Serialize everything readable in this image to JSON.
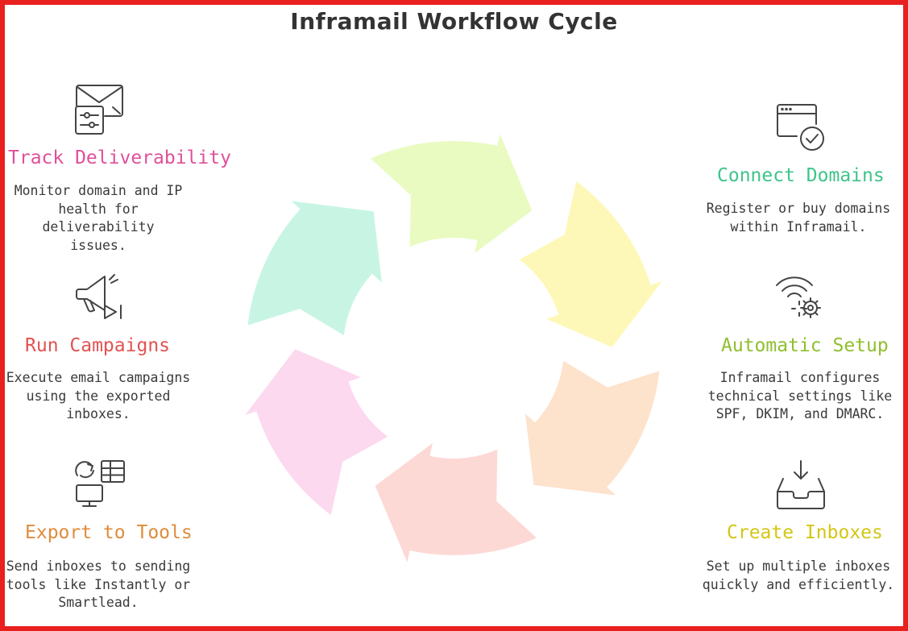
{
  "title": "Inframail Workflow Cycle",
  "steps": {
    "connect_domains": {
      "title": "Connect Domains",
      "desc": "Register or buy domains\nwithin Inframail.",
      "color": "#3ec48a",
      "arrow_color": "#c8f5e3",
      "icon": "browser-check-icon"
    },
    "automatic_setup": {
      "title": "Automatic Setup",
      "desc": "Inframail configures\ntechnical settings like\nSPF, DKIM, and DMARC.",
      "color": "#8fbf2e",
      "arrow_color": "#e9fbc1",
      "icon": "wifi-gear-icon"
    },
    "create_inboxes": {
      "title": "Create Inboxes",
      "desc": "Set up multiple inboxes\nquickly and efficiently.",
      "color": "#d4c614",
      "arrow_color": "#fdf8b8",
      "icon": "inbox-download-icon"
    },
    "export_to_tools": {
      "title": "Export to Tools",
      "desc": "Send inboxes to sending\ntools like Instantly or\nSmartlead.",
      "color": "#e08c3b",
      "arrow_color": "#fde2cc",
      "icon": "export-table-monitor-icon"
    },
    "run_campaigns": {
      "title": "Run Campaigns",
      "desc": "Execute email campaigns\nusing the exported\ninboxes.",
      "color": "#e25252",
      "arrow_color": "#fdd9d6",
      "icon": "megaphone-play-icon"
    },
    "track_deliverability": {
      "title": "Track Deliverability",
      "desc": "Monitor domain and IP\nhealth for deliverability\nissues.",
      "color": "#e0509a",
      "arrow_color": "#fcd9ef",
      "icon": "mail-sliders-icon"
    }
  }
}
